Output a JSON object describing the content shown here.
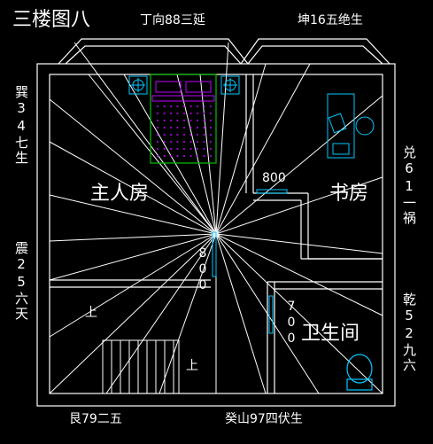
{
  "title": "三楼图八",
  "directions": {
    "top_center": "丁向88三延",
    "top_right": "坤16五绝生",
    "bottom_center": "癸山97四伏生",
    "bottom_left": "艮79二五",
    "left_upper": "巽34七生",
    "left_lower": "震25六天",
    "right_upper": "兑61一祸",
    "right_lower": "乾52九六"
  },
  "rooms": {
    "master_bedroom": "主人房",
    "study": "书房",
    "bathroom": "卫生间"
  },
  "dimensions": {
    "study_door": "800",
    "center_door": "800",
    "bathroom_door": "700"
  },
  "stair_labels": {
    "up_left": "上",
    "up_right": "上"
  },
  "colors": {
    "background": "#000000",
    "lines": "#ffffff",
    "furniture_green": "#00c000",
    "furniture_magenta": "#c000ff",
    "furniture_cyan": "#00c8ff"
  }
}
